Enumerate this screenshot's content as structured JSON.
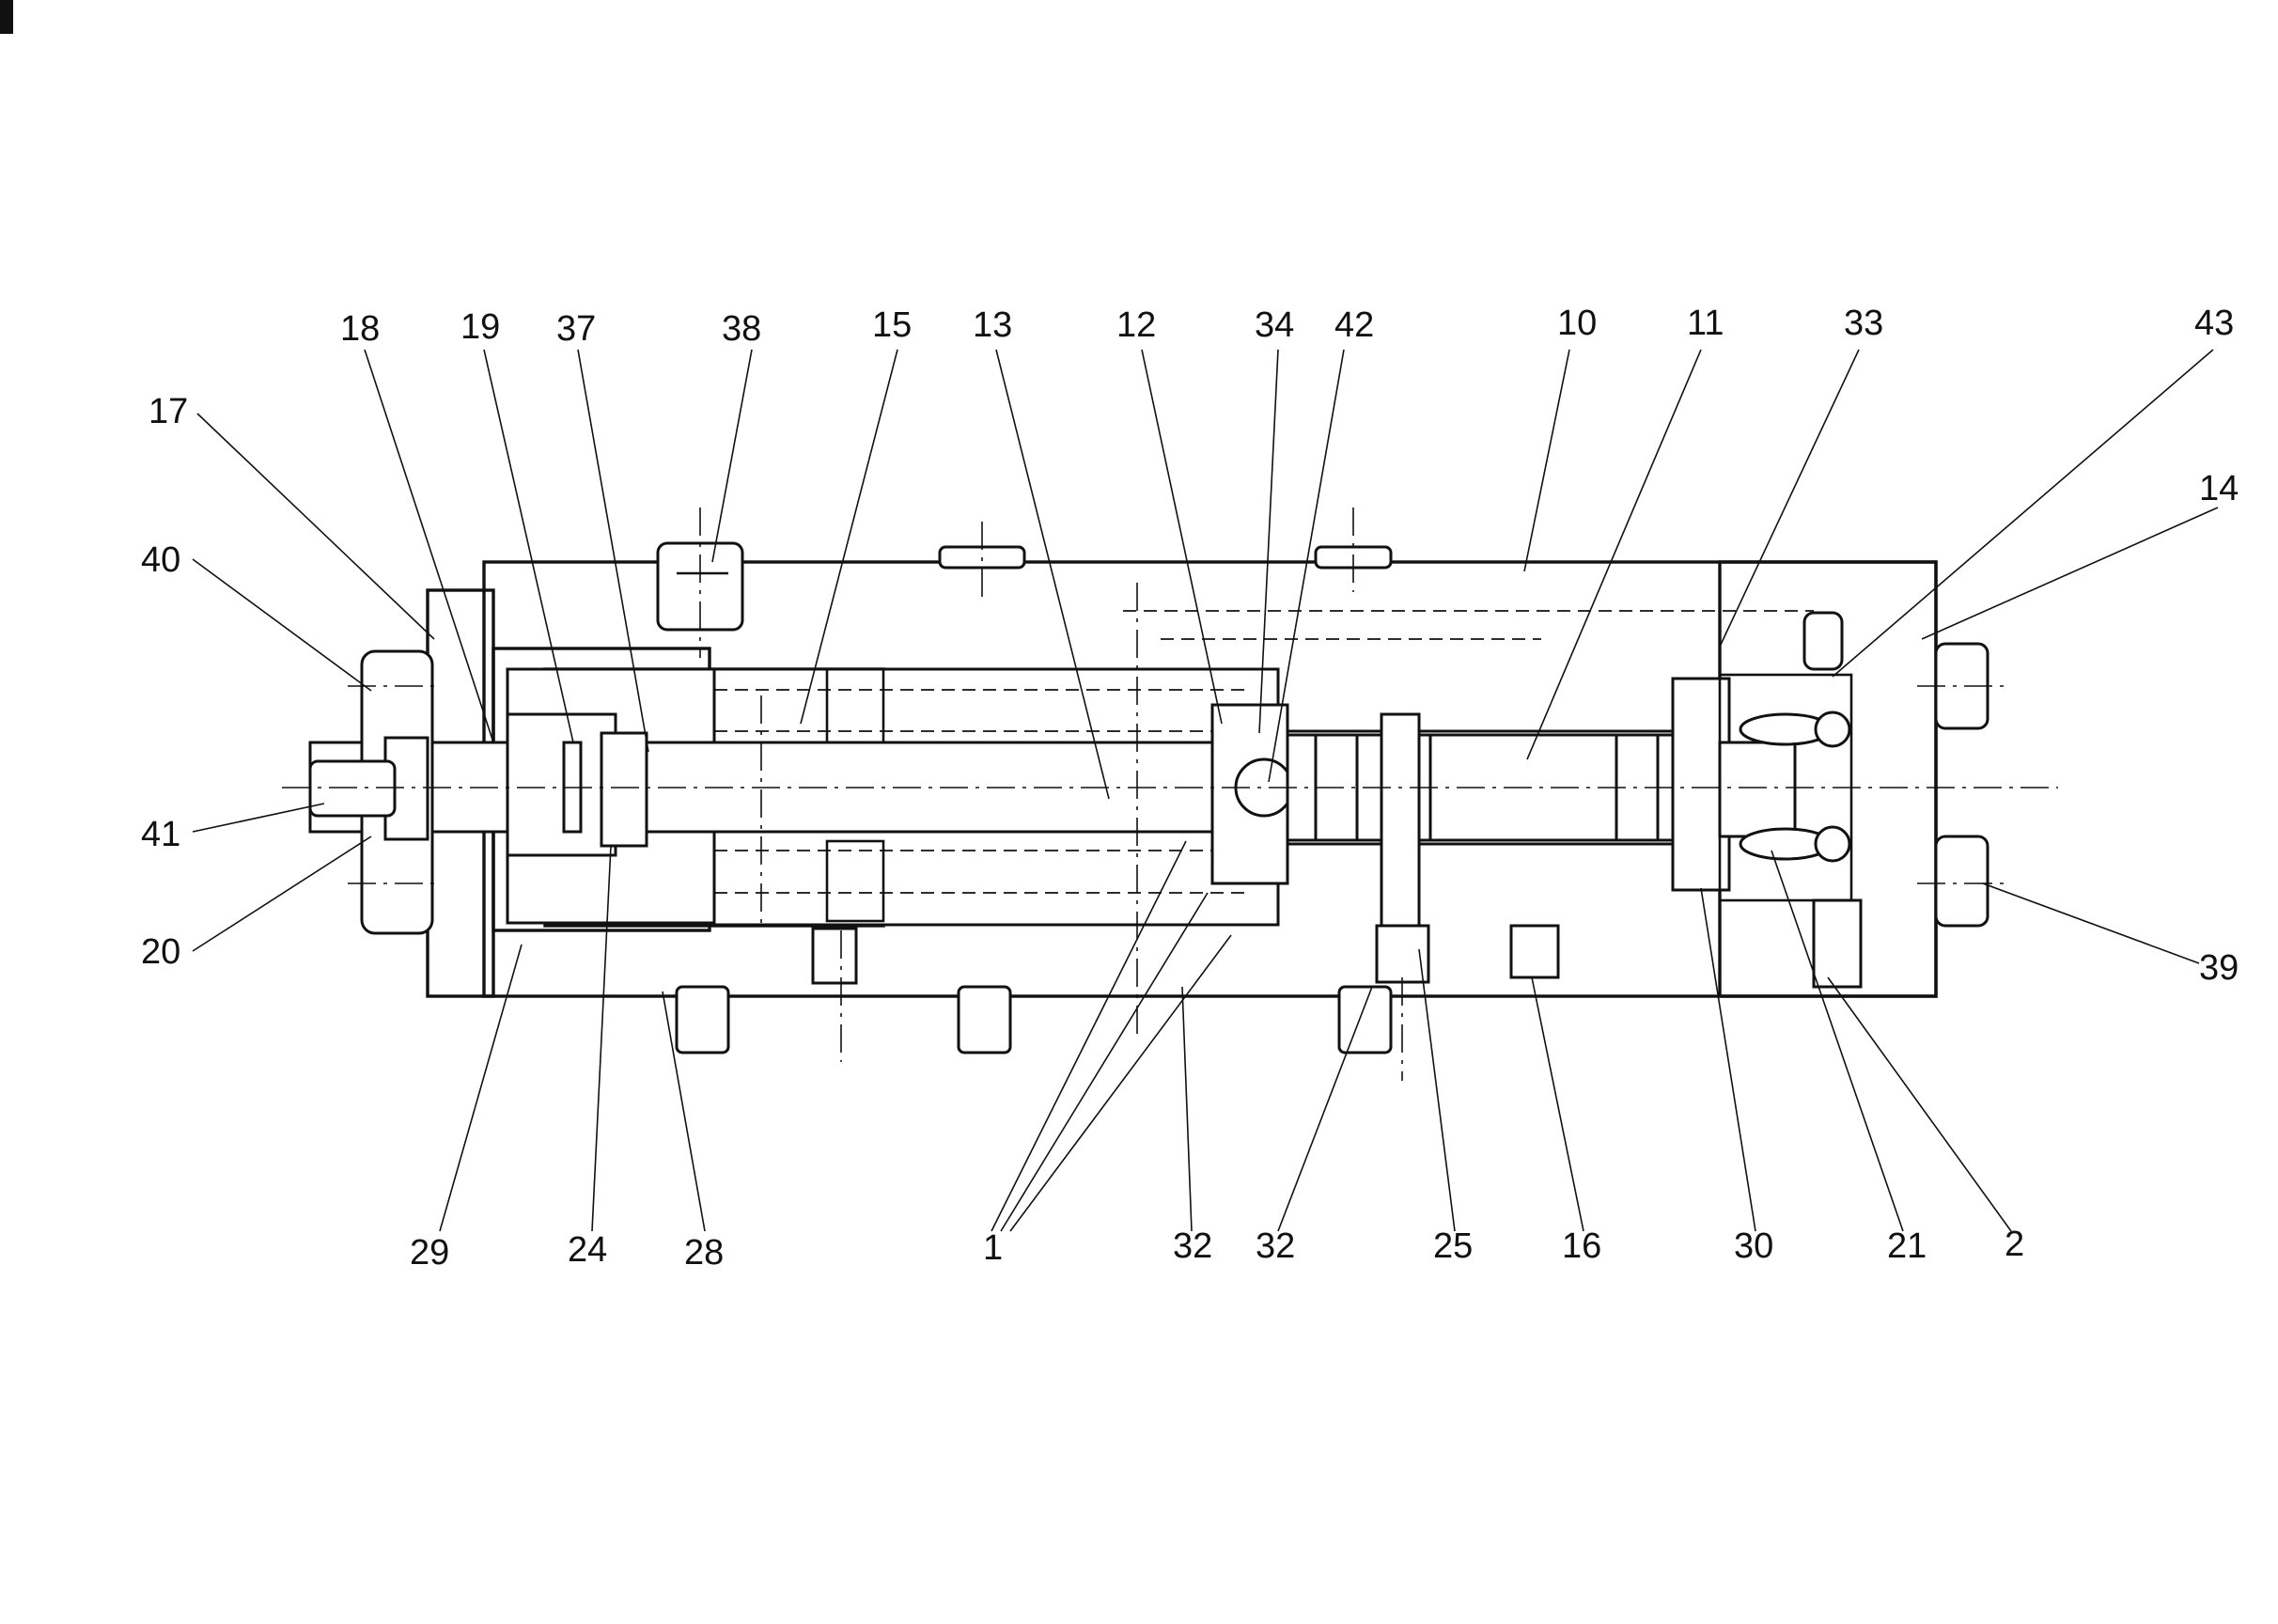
{
  "labels": {
    "top": [
      "18",
      "19",
      "37",
      "38",
      "15",
      "13",
      "12",
      "34",
      "42",
      "10",
      "11",
      "33",
      "43"
    ],
    "left": [
      "17",
      "40",
      "41",
      "20"
    ],
    "right": [
      "14",
      "39"
    ],
    "bottom": [
      "29",
      "24",
      "28",
      "1",
      "32",
      "32",
      "25",
      "16",
      "30",
      "21",
      "2"
    ]
  }
}
